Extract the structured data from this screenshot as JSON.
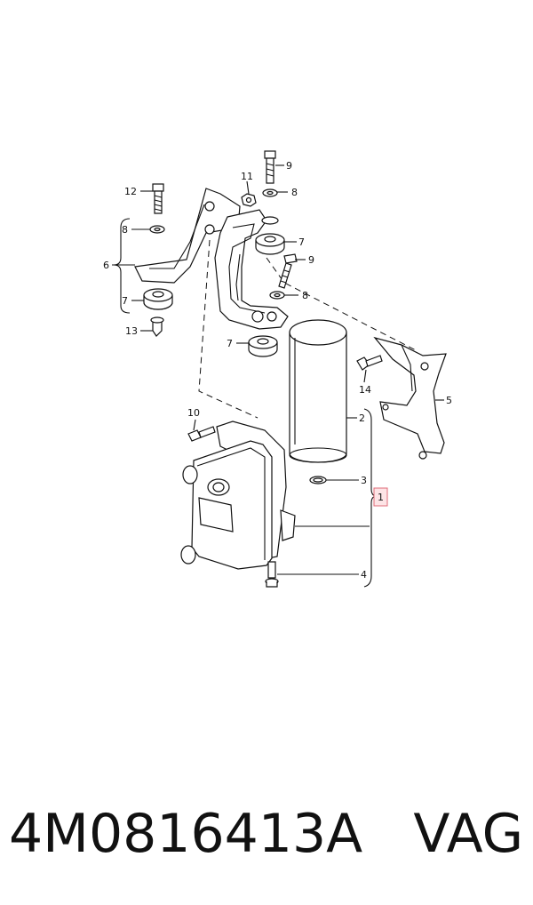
{
  "callouts": {
    "c1": "1",
    "c2": "2",
    "c3": "3",
    "c4": "4",
    "c5": "5",
    "c6": "6",
    "c7a": "7",
    "c7b": "7",
    "c7c": "7",
    "c8a": "8",
    "c8b": "8",
    "c8c": "8",
    "c9a": "9",
    "c9b": "9",
    "c10": "10",
    "c11": "11",
    "c12": "12",
    "c13": "13",
    "c14": "14"
  },
  "caption": {
    "part_number": "4M0816413A",
    "brand": "VAG"
  }
}
